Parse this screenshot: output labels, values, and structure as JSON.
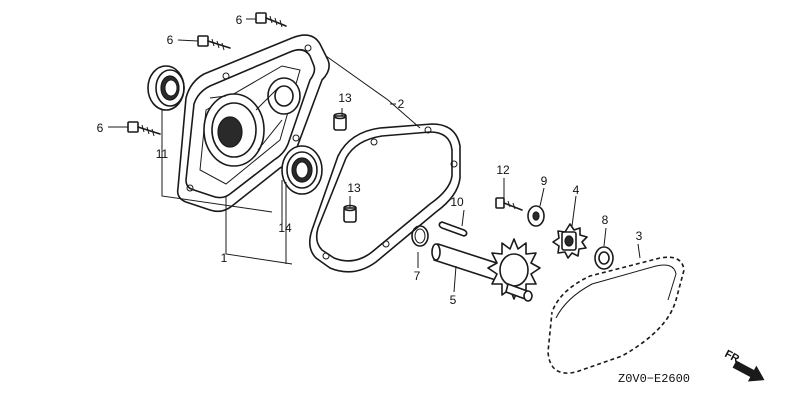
{
  "callouts": {
    "c1": "1",
    "c2": "2",
    "c3": "3",
    "c4": "4",
    "c5": "5",
    "c6a": "6",
    "c6b": "6",
    "c6c": "6",
    "c7": "7",
    "c8": "8",
    "c9": "9",
    "c10": "10",
    "c11": "11",
    "c12": "12",
    "c13a": "13",
    "c13b": "13",
    "c14": "14"
  },
  "front_label": "FR.",
  "diagram_code": "Z0V0−E2600"
}
